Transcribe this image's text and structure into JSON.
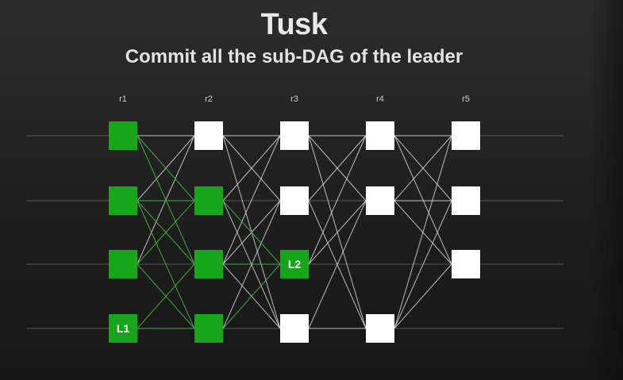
{
  "slide": {
    "title": "Tusk",
    "subtitle": "Commit all the sub-DAG of the leader"
  },
  "rounds": [
    "r1",
    "r2",
    "r3",
    "r4",
    "r5"
  ],
  "colors": {
    "committed": "#17a51a",
    "uncommitted": "#ffffff",
    "edge_white": "#d8d8d8",
    "edge_green": "#3fb23f",
    "lane": "#555555"
  },
  "nodes": [
    {
      "id": "r1-0",
      "round": 0,
      "lane": 0,
      "committed": true,
      "label": ""
    },
    {
      "id": "r1-1",
      "round": 0,
      "lane": 1,
      "committed": true,
      "label": ""
    },
    {
      "id": "r1-2",
      "round": 0,
      "lane": 2,
      "committed": true,
      "label": ""
    },
    {
      "id": "r1-3",
      "round": 0,
      "lane": 3,
      "committed": true,
      "label": "L1"
    },
    {
      "id": "r2-0",
      "round": 1,
      "lane": 0,
      "committed": false,
      "label": ""
    },
    {
      "id": "r2-1",
      "round": 1,
      "lane": 1,
      "committed": true,
      "label": ""
    },
    {
      "id": "r2-2",
      "round": 1,
      "lane": 2,
      "committed": true,
      "label": ""
    },
    {
      "id": "r2-3",
      "round": 1,
      "lane": 3,
      "committed": true,
      "label": ""
    },
    {
      "id": "r3-0",
      "round": 2,
      "lane": 0,
      "committed": false,
      "label": ""
    },
    {
      "id": "r3-1",
      "round": 2,
      "lane": 1,
      "committed": false,
      "label": ""
    },
    {
      "id": "r3-2",
      "round": 2,
      "lane": 2,
      "committed": true,
      "label": "L2"
    },
    {
      "id": "r3-3",
      "round": 2,
      "lane": 3,
      "committed": false,
      "label": ""
    },
    {
      "id": "r4-0",
      "round": 3,
      "lane": 0,
      "committed": false,
      "label": ""
    },
    {
      "id": "r4-1",
      "round": 3,
      "lane": 1,
      "committed": false,
      "label": ""
    },
    {
      "id": "r4-3",
      "round": 3,
      "lane": 3,
      "committed": false,
      "label": ""
    },
    {
      "id": "r5-0",
      "round": 4,
      "lane": 0,
      "committed": false,
      "label": ""
    },
    {
      "id": "r5-1",
      "round": 4,
      "lane": 1,
      "committed": false,
      "label": ""
    },
    {
      "id": "r5-2",
      "round": 4,
      "lane": 2,
      "committed": false,
      "label": ""
    }
  ],
  "edges": [
    {
      "from": "r1-0",
      "to": "r2-0",
      "committed": false
    },
    {
      "from": "r1-1",
      "to": "r2-0",
      "committed": false
    },
    {
      "from": "r1-2",
      "to": "r2-0",
      "committed": false
    },
    {
      "from": "r1-0",
      "to": "r2-1",
      "committed": true
    },
    {
      "from": "r1-1",
      "to": "r2-1",
      "committed": true
    },
    {
      "from": "r1-2",
      "to": "r2-1",
      "committed": true
    },
    {
      "from": "r1-0",
      "to": "r2-2",
      "committed": true
    },
    {
      "from": "r1-1",
      "to": "r2-2",
      "committed": true
    },
    {
      "from": "r1-3",
      "to": "r2-2",
      "committed": true
    },
    {
      "from": "r1-1",
      "to": "r2-3",
      "committed": true
    },
    {
      "from": "r1-2",
      "to": "r2-3",
      "committed": true
    },
    {
      "from": "r1-3",
      "to": "r2-3",
      "committed": true
    },
    {
      "from": "r2-0",
      "to": "r3-0",
      "committed": false
    },
    {
      "from": "r2-1",
      "to": "r3-0",
      "committed": false
    },
    {
      "from": "r2-2",
      "to": "r3-0",
      "committed": false
    },
    {
      "from": "r2-0",
      "to": "r3-1",
      "committed": false
    },
    {
      "from": "r2-2",
      "to": "r3-1",
      "committed": false
    },
    {
      "from": "r2-3",
      "to": "r3-1",
      "committed": false
    },
    {
      "from": "r2-1",
      "to": "r3-2",
      "committed": true
    },
    {
      "from": "r2-2",
      "to": "r3-2",
      "committed": true
    },
    {
      "from": "r2-3",
      "to": "r3-2",
      "committed": true
    },
    {
      "from": "r2-0",
      "to": "r3-3",
      "committed": false
    },
    {
      "from": "r2-1",
      "to": "r3-3",
      "committed": false
    },
    {
      "from": "r2-2",
      "to": "r3-3",
      "committed": false
    },
    {
      "from": "r3-0",
      "to": "r4-0",
      "committed": false
    },
    {
      "from": "r3-1",
      "to": "r4-0",
      "committed": false
    },
    {
      "from": "r3-2",
      "to": "r4-0",
      "committed": false
    },
    {
      "from": "r3-0",
      "to": "r4-1",
      "committed": false
    },
    {
      "from": "r3-2",
      "to": "r4-1",
      "committed": false
    },
    {
      "from": "r3-3",
      "to": "r4-1",
      "committed": false
    },
    {
      "from": "r3-0",
      "to": "r4-3",
      "committed": false
    },
    {
      "from": "r3-1",
      "to": "r4-3",
      "committed": false
    },
    {
      "from": "r3-3",
      "to": "r4-3",
      "committed": false
    },
    {
      "from": "r4-0",
      "to": "r5-0",
      "committed": false
    },
    {
      "from": "r4-1",
      "to": "r5-0",
      "committed": false
    },
    {
      "from": "r4-3",
      "to": "r5-0",
      "committed": false
    },
    {
      "from": "r4-0",
      "to": "r5-1",
      "committed": false
    },
    {
      "from": "r4-1",
      "to": "r5-1",
      "committed": false
    },
    {
      "from": "r4-3",
      "to": "r5-1",
      "committed": false
    },
    {
      "from": "r4-0",
      "to": "r5-2",
      "committed": false
    },
    {
      "from": "r4-1",
      "to": "r5-2",
      "committed": false
    },
    {
      "from": "r4-3",
      "to": "r5-2",
      "committed": false
    }
  ]
}
